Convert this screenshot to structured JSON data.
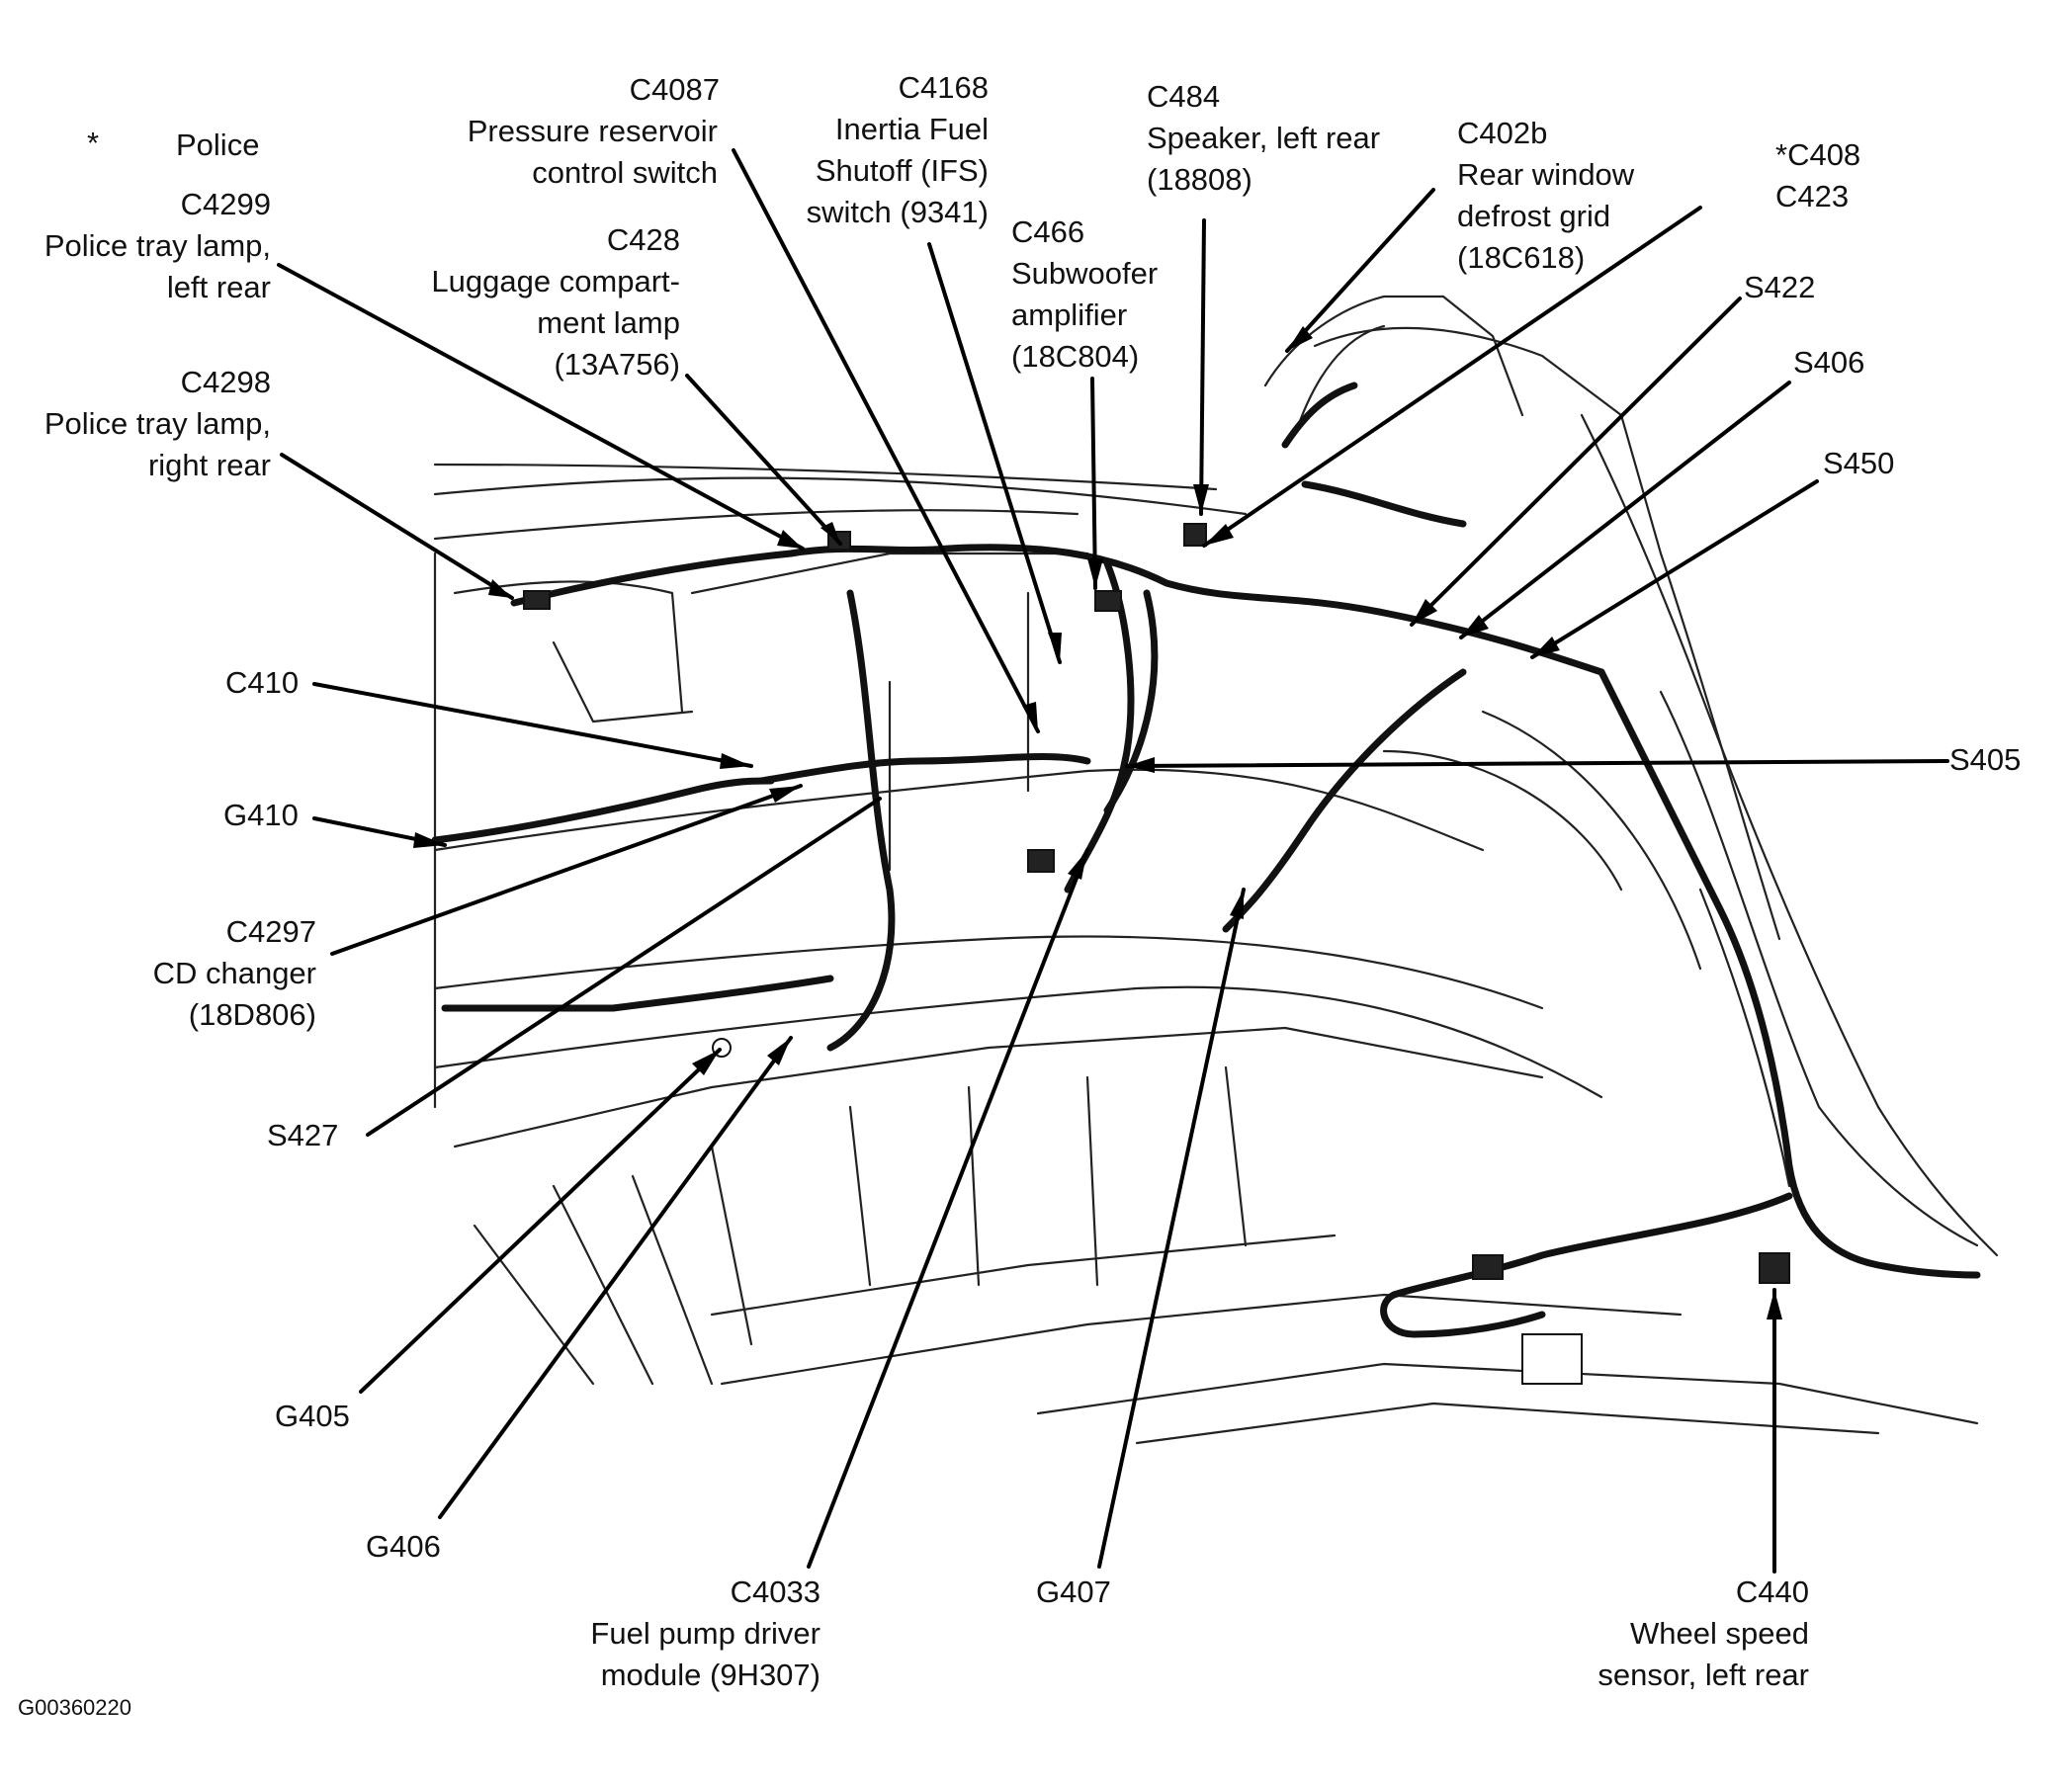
{
  "legend": {
    "symbol": "*",
    "text": "Police"
  },
  "figure_id": "G00360220",
  "callouts": {
    "c4087": {
      "code": "C4087",
      "line1": "Pressure reservoir",
      "line2": "control switch"
    },
    "c4168": {
      "code": "C4168",
      "line1": "Inertia Fuel",
      "line2": "Shutoff (IFS)",
      "line3": "switch (9341)"
    },
    "c484": {
      "code": "C484",
      "line1": "Speaker, left rear",
      "line2": "(18808)"
    },
    "c402b": {
      "code": "C402b",
      "line1": "Rear window",
      "line2": "defrost grid",
      "line3": "(18C618)"
    },
    "c408": {
      "code": "*C408",
      "code2": "C423"
    },
    "c4299": {
      "code": "C4299",
      "line1": "Police tray lamp,",
      "line2": "left rear"
    },
    "c428": {
      "code": "C428",
      "line1": "Luggage compart-",
      "line2": "ment lamp",
      "line3": "(13A756)"
    },
    "c466": {
      "code": "C466",
      "line1": "Subwoofer",
      "line2": "amplifier",
      "line3": "(18C804)"
    },
    "s422": {
      "code": "S422"
    },
    "s406": {
      "code": "S406"
    },
    "s450": {
      "code": "S450"
    },
    "c4298": {
      "code": "C4298",
      "line1": "Police tray lamp,",
      "line2": "right rear"
    },
    "c410": {
      "code": "C410"
    },
    "s405": {
      "code": "S405"
    },
    "g410": {
      "code": "G410"
    },
    "c4297": {
      "code": "C4297",
      "line1": "CD changer",
      "line2": "(18D806)"
    },
    "s427": {
      "code": "S427"
    },
    "g405": {
      "code": "G405"
    },
    "g406": {
      "code": "G406"
    },
    "c4033": {
      "code": "C4033",
      "line1": "Fuel pump driver",
      "line2": "module (9H307)"
    },
    "g407": {
      "code": "G407"
    },
    "c440": {
      "code": "C440",
      "line1": "Wheel speed",
      "line2": "sensor, left rear"
    }
  }
}
